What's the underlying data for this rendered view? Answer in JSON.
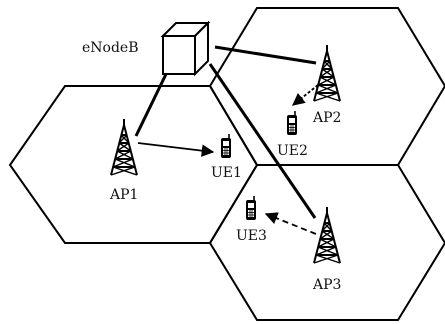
{
  "labels": {
    "enodeb": "eNodeB",
    "ap1": "AP1",
    "ap2": "AP2",
    "ap3": "AP3",
    "ue1": "UE1",
    "ue2": "UE2",
    "ue3": "UE3"
  },
  "icons": {
    "enodeb": "cube-icon",
    "antenna": "cell-tower-icon",
    "phone": "mobile-phone-icon"
  },
  "colors": {
    "stroke": "#000000",
    "background": "#ffffff"
  }
}
